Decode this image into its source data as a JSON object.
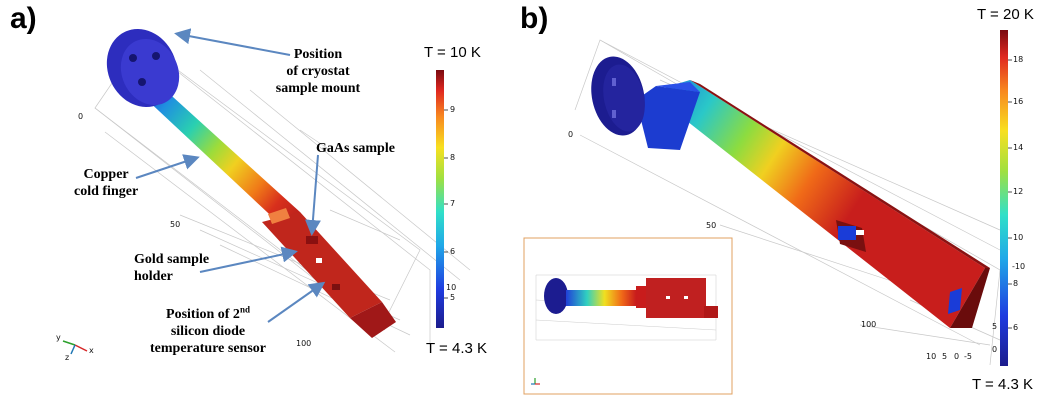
{
  "panel_a": {
    "letter": "a)",
    "annotations": {
      "cryostat_line1": "Position",
      "cryostat_line2": "of cryostat",
      "cryostat_line3": "sample mount",
      "gaas": "GaAs sample",
      "copper_line1": "Copper",
      "copper_line2": "cold finger",
      "gold_line1": "Gold sample",
      "gold_line2": "holder",
      "diode_line1_pre": "Position of 2",
      "diode_line1_sup": "nd",
      "diode_line2": "silicon diode",
      "diode_line3": "temperature sensor"
    },
    "colorbar": {
      "title": "T = 10 K",
      "min_label": "T = 4.3 K",
      "ticks": [
        "9",
        "8",
        "7",
        "6",
        "5"
      ],
      "extra_tick": "10"
    },
    "axis_ticks": [
      "0",
      "50",
      "100"
    ],
    "triad": {
      "y": "y",
      "x": "x",
      "z": "z"
    }
  },
  "panel_b": {
    "letter": "b)",
    "colorbar": {
      "title": "T = 20 K",
      "min_label": "T =  4.3 K",
      "ticks": [
        "18",
        "16",
        "14",
        "12",
        "10",
        "8",
        "6"
      ],
      "extra_tick": "-10"
    },
    "axis_ticks": [
      "0",
      "50",
      "100"
    ],
    "side_ticks": [
      "5",
      "0"
    ],
    "bottom_ticks": [
      "10",
      "5",
      "0",
      "-5"
    ]
  },
  "colors": {
    "arrow": "#5b87c0",
    "inset_border": "#e0a060",
    "mount_blue": "#2323b4",
    "hot_red": "#b4141e"
  }
}
